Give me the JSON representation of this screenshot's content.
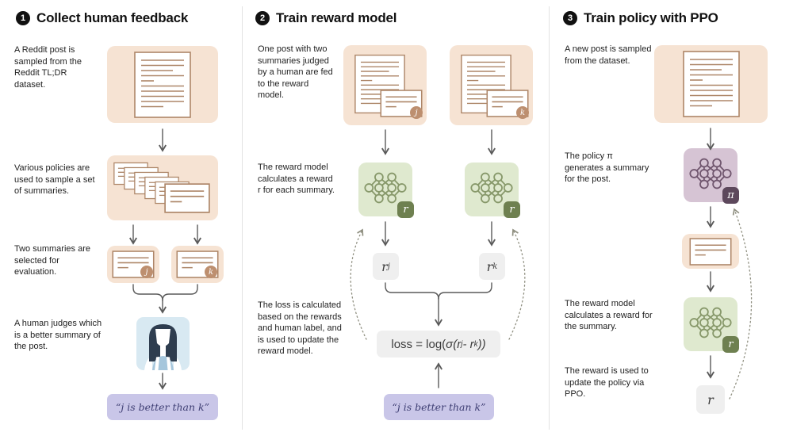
{
  "columns": [
    {
      "step": "1",
      "title": "Collect human feedback",
      "captions": [
        "A Reddit post is sampled from the Reddit TL;DR dataset.",
        "Various policies are used to sample a set of summaries.",
        "Two summaries are selected for evaluation.",
        "A human judges which is a better summary of the post."
      ],
      "quote": "“j is better than k”"
    },
    {
      "step": "2",
      "title": "Train reward model",
      "captions": [
        "One post with two summaries judged by a human are fed to the reward model.",
        "The reward model calculates a reward r for each summary.",
        "The loss is calculated based on the rewards and human label, and is used to update the reward model."
      ],
      "formula": {
        "p1": "loss = log(",
        "p2": "σ(r",
        "sub1": "j",
        "p3": " - r",
        "sub2": "k",
        "p4": "))"
      },
      "quote": "“j is better than k”"
    },
    {
      "step": "3",
      "title": "Train policy with PPO",
      "captions": [
        "A new post is sampled from the dataset.",
        "The policy π generates a summary for the post.",
        "The reward model calculates a reward for the summary.",
        "The reward is used to update the policy via PPO."
      ]
    }
  ],
  "labels": {
    "j": "j",
    "k": "k",
    "r": "r",
    "pi": "π"
  },
  "colors": {
    "post_box_bg": "#f6e3d3",
    "doc_stroke": "#ad8668",
    "summary_badge_bg": "#bd8f6f",
    "reward_model_bg": "#dfe9cf",
    "reward_model_stroke": "#87986a",
    "reward_badge_bg": "#6e8050",
    "policy_bg": "#d6c4d4",
    "policy_stroke": "#70566e",
    "policy_badge_bg": "#5d485c",
    "human_bg": "#d8e9f2",
    "value_box_bg": "#efefef",
    "quote_bg": "#c9c6e8",
    "quote_text": "#3e3e73",
    "arrow": "#5a5a5a",
    "dotted_arrow": "#8f8f80"
  }
}
